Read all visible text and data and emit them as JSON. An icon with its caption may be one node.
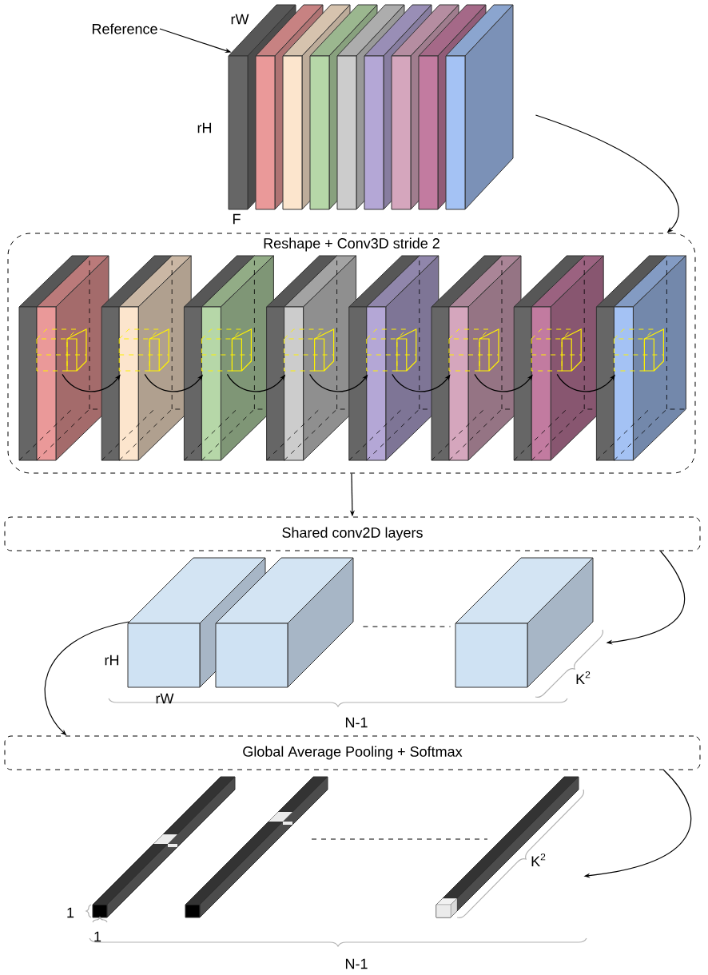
{
  "diagram": {
    "nodes": [
      {
        "text": [
          "Reference"
        ]
      },
      {
        "text": [],
        "shape": "picture"
      },
      {
        "text": [
          "Reshape + Conv3D stride 2"
        ]
      },
      {
        "text": [],
        "shape": "box",
        "in": 2
      },
      {
        "text": [],
        "shape": "box",
        "in": 2
      },
      {
        "text": [],
        "shape": "box",
        "in": 2
      },
      {
        "text": [],
        "shape": "box",
        "in": 2
      },
      {
        "text": [],
        "shape": "box",
        "in": 2
      },
      {
        "text": [],
        "shape": "box",
        "in": 2
      },
      {
        "text": [],
        "shape": "box",
        "in": 2
      },
      {
        "text": [],
        "shape": "box",
        "in": 2
      },
      {
        "text": [
          "Shared conv2D layers"
        ]
      },
      {
        "text": [],
        "shape": "box"
      },
      {
        "text": [],
        "shape": "box"
      },
      {
        "text": [],
        "shape": "box"
      },
      {
        "text": [
          "Global Average Pooling + Softmax"
        ]
      },
      {
        "text": [],
        "shape": "bar"
      },
      {
        "text": [],
        "shape": "bar"
      },
      {
        "text": [],
        "shape": "bar"
      }
    ],
    "edges": [
      {
        "from": 0,
        "to": 1,
        "arrow": "to"
      },
      {
        "from": 1,
        "to": 2,
        "arrow": "to"
      },
      {
        "from": 3,
        "to": 4,
        "arrow": "to"
      },
      {
        "from": 4,
        "to": 5,
        "arrow": "to"
      },
      {
        "from": 5,
        "to": 6,
        "arrow": "to"
      },
      {
        "from": 6,
        "to": 7,
        "arrow": "to"
      },
      {
        "from": 7,
        "to": 8,
        "arrow": "to"
      },
      {
        "from": 8,
        "to": 9,
        "arrow": "to"
      },
      {
        "from": 9,
        "to": 10,
        "arrow": "to"
      },
      {
        "from": 2,
        "to": 11,
        "arrow": "to"
      },
      {
        "from": 13,
        "to": 14,
        "arrow": "none",
        "style": "dashed"
      },
      {
        "from": 11,
        "to": 14,
        "arrow": "to"
      },
      {
        "from": 12,
        "to": 15,
        "arrow": "to"
      },
      {
        "from": 15,
        "to": 18,
        "arrow": "to"
      }
    ],
    "labels": [
      "rW",
      "rH",
      "F",
      "rH",
      "rW",
      "K$^{2}$",
      "N-1",
      "1",
      "1",
      "K$^{2}$",
      "N-1"
    ]
  }
}
